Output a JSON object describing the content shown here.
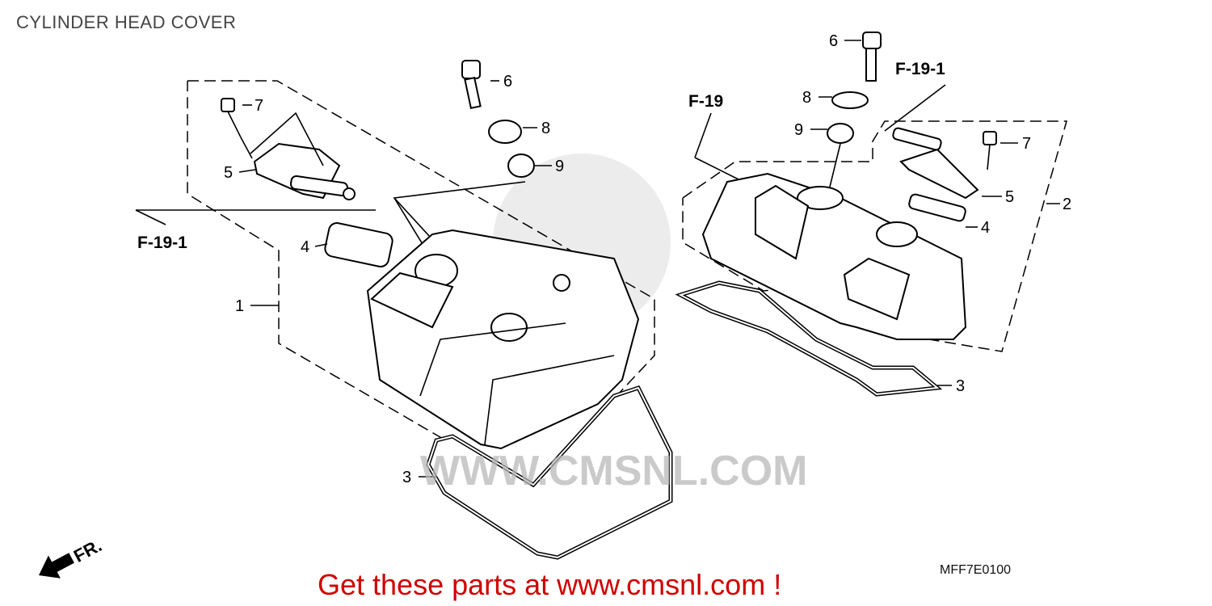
{
  "title": "CYLINDER HEAD COVER",
  "footer": "Get these parts at www.cmsnl.com !",
  "diagram_code": "MFF7E0100",
  "front_indicator": "FR.",
  "watermark": "WWW.CMSNL.COM",
  "left_assembly": {
    "callouts": [
      "1",
      "3",
      "4",
      "5",
      "6",
      "7",
      "8",
      "9"
    ],
    "reference": "F-19-1"
  },
  "right_assembly": {
    "callouts": [
      "2",
      "3",
      "4",
      "5",
      "6",
      "7",
      "8",
      "9"
    ],
    "references": [
      "F-19",
      "F-19-1"
    ]
  }
}
